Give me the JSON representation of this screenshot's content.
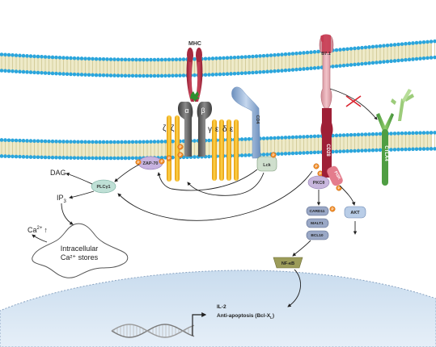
{
  "molecules": {
    "mhc": "MHC",
    "alpha": "α",
    "beta": "β",
    "zeta1": "ζ",
    "zeta2": "ζ",
    "gamma": "γ",
    "epsilon1": "ε",
    "delta": "δ",
    "epsilon2": "ε",
    "cd4": "CD4",
    "lck": "Lck",
    "zap70": "ZAP-70",
    "plcg1": "PLCγ1",
    "dag": "DAG",
    "ip3": "IP",
    "ip3_sub": "3",
    "ca": "Ca",
    "ca_sup": "2+",
    "ca_arrow": "↑",
    "stores_line1": "Intracellular",
    "stores_line2": "Ca²⁺ stores",
    "b71": "B7.1",
    "cd28": "CD28",
    "ctla4": "CTLA4",
    "pkc": "PKCθ",
    "pi3k": "PI3K",
    "card11": "CARD11",
    "malt1": "MALT1",
    "bcl10": "BCL10",
    "akt": "AKT",
    "nfkb": "NF-κB",
    "phospho": "P",
    "il2": "IL-2",
    "antiapoptosis": "Anti-apoptosis (Bcl-X",
    "antiapoptosis_sub": "L",
    "antiapoptosis_end": ")"
  }
}
